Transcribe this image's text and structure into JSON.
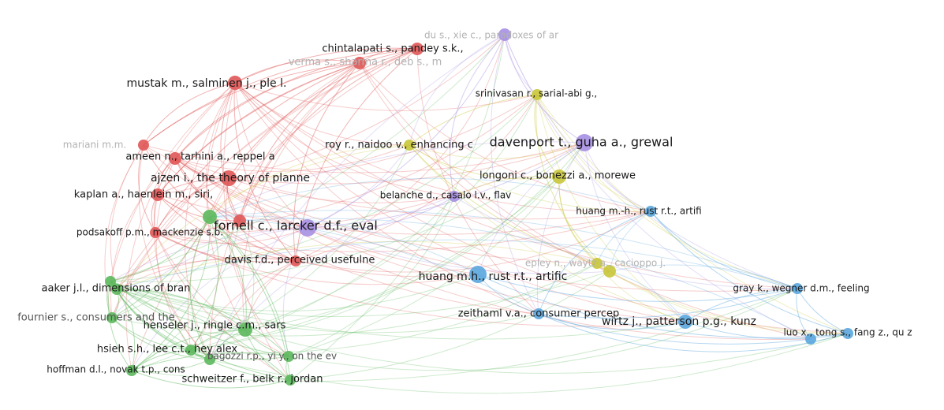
{
  "title": "Co-citation network",
  "clusters": {
    "red": "#e05656",
    "green": "#5cb85c",
    "blue": "#5aa6de",
    "yellow": "#c9c73a",
    "purple": "#a68fe2"
  },
  "nodes": [
    {
      "label": "chintalapati s., pandey s.k.,",
      "cluster": "red"
    },
    {
      "label": "verma s., sharma r., deb s., m",
      "cluster": "red"
    },
    {
      "label": "mustak m., salminen j., ple l.",
      "cluster": "red"
    },
    {
      "label": "mariani m.m.",
      "cluster": "red"
    },
    {
      "label": "ameen n., tarhini a., reppel a",
      "cluster": "red"
    },
    {
      "label": "ajzen i., the theory of planne",
      "cluster": "red"
    },
    {
      "label": "kaplan a., haenlein m., siri,",
      "cluster": "red"
    },
    {
      "label": "podsakoff p.m., mackenzie s.b.",
      "cluster": "red"
    },
    {
      "label": "davis f.d., perceived usefulne",
      "cluster": "red"
    },
    {
      "label": "fornell c., larcker d.f., eval",
      "cluster": "purple"
    },
    {
      "label": "aaker j.l., dimensions of bran",
      "cluster": "green"
    },
    {
      "label": "fournier s., consumers and the",
      "cluster": "green"
    },
    {
      "label": "henseler j., ringle c.m., sars",
      "cluster": "green"
    },
    {
      "label": "hsieh s.h., lee c.t., hey alex",
      "cluster": "green"
    },
    {
      "label": "bagozzi r.p., yi y., on the ev",
      "cluster": "green"
    },
    {
      "label": "hoffman d.l., novak t.p., cons",
      "cluster": "green"
    },
    {
      "label": "schweitzer f., belk r., jordan",
      "cluster": "green"
    },
    {
      "label": "du s., xie c., paradoxes of ar",
      "cluster": "purple"
    },
    {
      "label": "srinivasan r., sarial-abi g.,",
      "cluster": "yellow"
    },
    {
      "label": "roy r., naidoo v., enhancing c",
      "cluster": "yellow"
    },
    {
      "label": "davenport t., guha a., grewal",
      "cluster": "purple"
    },
    {
      "label": "longoni c., bonezzi a., morewe",
      "cluster": "yellow"
    },
    {
      "label": "belanche d., casalo l.v., flav",
      "cluster": "purple"
    },
    {
      "label": "huang m.-h., rust r.t., artifi",
      "cluster": "blue"
    },
    {
      "label": "epley n., waytz a., cacioppo j.",
      "cluster": "yellow"
    },
    {
      "label": "huang m.h., rust r.t., artific",
      "cluster": "blue"
    },
    {
      "label": "zeithaml v.a., consumer percep",
      "cluster": "blue"
    },
    {
      "label": "gray k., wegner d.m., feeling",
      "cluster": "blue"
    },
    {
      "label": "wirtz j., patterson p.g., kunz",
      "cluster": "blue"
    },
    {
      "label": "luo x., tong s., fang z., qu z",
      "cluster": "blue"
    }
  ]
}
